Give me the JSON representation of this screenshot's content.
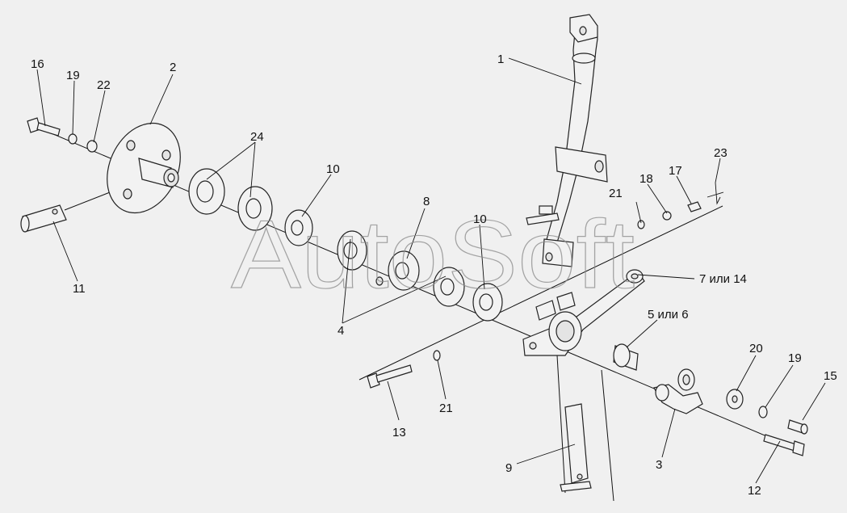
{
  "watermark": "AutoSoft",
  "callouts": [
    {
      "id": "c1",
      "text": "1"
    },
    {
      "id": "c2",
      "text": "2"
    },
    {
      "id": "c3",
      "text": "3"
    },
    {
      "id": "c4",
      "text": "4"
    },
    {
      "id": "c5",
      "text": "5 или 6"
    },
    {
      "id": "c7",
      "text": "7 или 14"
    },
    {
      "id": "c8",
      "text": "8"
    },
    {
      "id": "c9",
      "text": "9"
    },
    {
      "id": "c10a",
      "text": "10"
    },
    {
      "id": "c10b",
      "text": "10"
    },
    {
      "id": "c11",
      "text": "11"
    },
    {
      "id": "c12",
      "text": "12"
    },
    {
      "id": "c13",
      "text": "13"
    },
    {
      "id": "c15",
      "text": "15"
    },
    {
      "id": "c16",
      "text": "16"
    },
    {
      "id": "c17",
      "text": "17"
    },
    {
      "id": "c18",
      "text": "18"
    },
    {
      "id": "c19a",
      "text": "19"
    },
    {
      "id": "c19b",
      "text": "19"
    },
    {
      "id": "c20",
      "text": "20"
    },
    {
      "id": "c21a",
      "text": "21"
    },
    {
      "id": "c21b",
      "text": "21"
    },
    {
      "id": "c22",
      "text": "22"
    },
    {
      "id": "c23",
      "text": "23"
    },
    {
      "id": "c24",
      "text": "24"
    }
  ]
}
